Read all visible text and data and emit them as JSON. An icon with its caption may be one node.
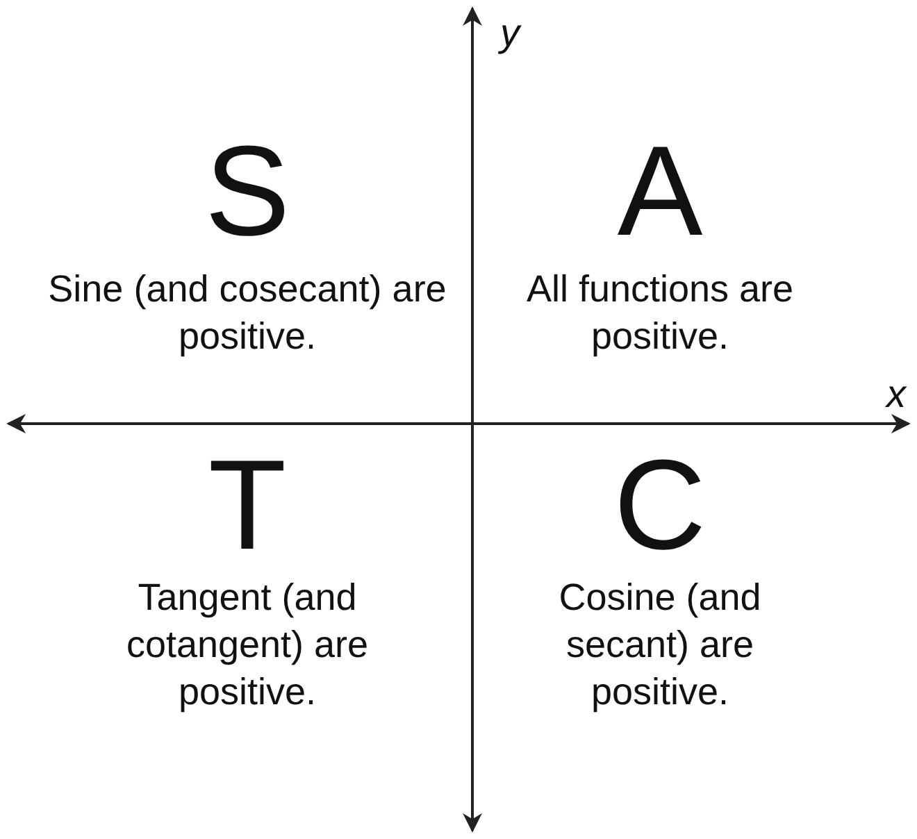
{
  "diagram": {
    "labels": [
      "y",
      "S",
      "Sine (and cosecant) are positive.",
      "A",
      "All functions are positive.",
      "x",
      "T",
      "Tangent (and cotangent) are positive.",
      "C",
      "Cosine (and secant) are positive."
    ]
  }
}
